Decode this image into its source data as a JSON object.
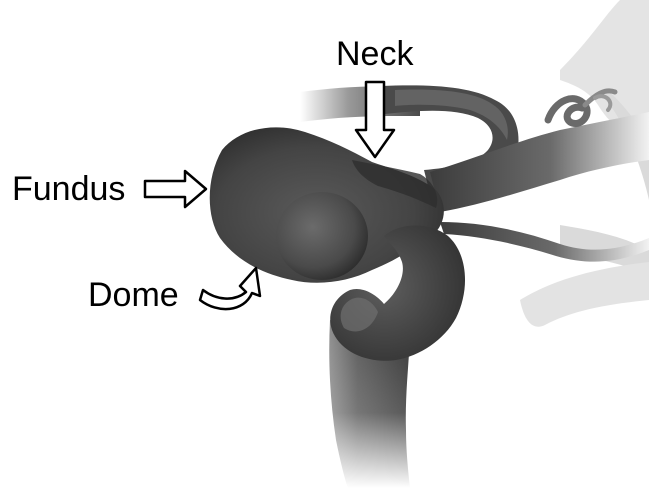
{
  "labels": {
    "neck": "Neck",
    "fundus": "Fundus",
    "dome": "Dome"
  },
  "colors": {
    "background": "#ffffff",
    "vessel_dark": "#3a3a3a",
    "vessel_mid": "#5e5e5e",
    "vessel_light": "#d8d8d8",
    "label_text": "#000000",
    "arrow_fill": "#ffffff",
    "arrow_stroke": "#000000"
  },
  "icons": {
    "neck_arrow": "arrow-down-icon",
    "fundus_arrow": "arrow-right-icon",
    "dome_arrow": "curved-arrow-icon"
  }
}
